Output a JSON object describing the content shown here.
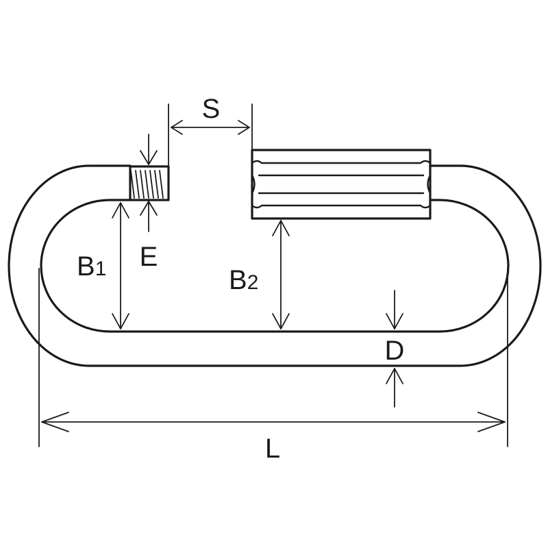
{
  "dimensions": {
    "S": "S",
    "E": "E",
    "B1": {
      "letter": "B",
      "sub": "1"
    },
    "B2": {
      "letter": "B",
      "sub": "2"
    },
    "D": "D",
    "L": "L"
  },
  "colors": {
    "line": "#1a1a1a",
    "background": "#ffffff"
  }
}
